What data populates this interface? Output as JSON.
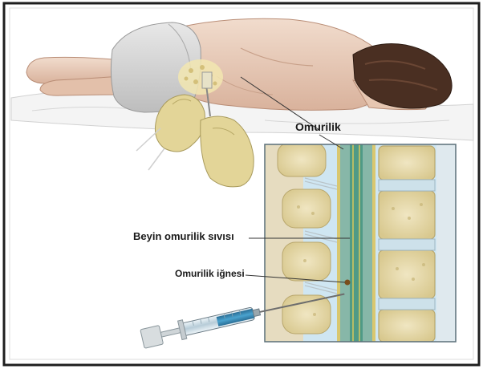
{
  "labels": {
    "spinal_cord": "Omurilik",
    "csf": "Beyin omurilik sıvısı",
    "needle": "Omurilik iğnesi"
  },
  "colors": {
    "frame": "#1e1e1e",
    "skin": "#ecd2c0",
    "skin_shadow": "#cfa995",
    "hair": "#4a2f22",
    "underwear": "#d9d9d9",
    "gloves": "#e3d598",
    "inset_bg": "#cfe6f2",
    "vertebra": "#e8dcae",
    "spinal_canal": "#87b7a8",
    "cord": "#4f9a86",
    "syringe": "#3a87b0"
  }
}
